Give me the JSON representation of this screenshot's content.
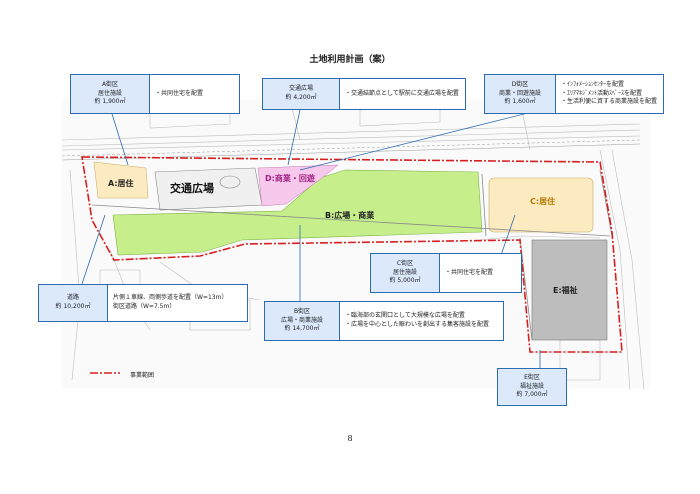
{
  "title": "土地利用計画（案）",
  "page_number": "8",
  "legend": {
    "label": "事業範囲"
  },
  "zones": {
    "a": "A:居住",
    "transit": "交通広場",
    "d": "D:商業・回遊",
    "b": "B:広場・商業",
    "c": "C:居住",
    "e": "E:福祉"
  },
  "callouts": {
    "a": {
      "name": "A街区",
      "use": "居住施設",
      "area": "約 1,900㎡",
      "notes": [
        "・共同住宅を配置"
      ]
    },
    "transit": {
      "name": "交通広場",
      "area": "約 4,200㎡",
      "notes": [
        "・交通結節点として駅前に交通広場を配置"
      ]
    },
    "d": {
      "name": "D街区",
      "use": "商業・回遊施設",
      "area": "約 1,600㎡",
      "notes": [
        "・ｲﾝﾌｫﾒｰｼｮﾝｾﾝﾀｰを配置",
        "・ｴﾘｱﾏﾈｼﾞﾒﾝﾄ活動ｽﾍﾟｰｽを配置",
        "・生活利便に資する商業施設を配置"
      ]
    },
    "road": {
      "name": "道路",
      "area": "約 10,200㎡",
      "notes": [
        "片側１車線、両側歩道を配置（W=13m）",
        "街区道路（W=7.5m）"
      ]
    },
    "b": {
      "name": "B街区",
      "use": "広場・商業施設",
      "area": "約 14,700㎡",
      "notes": [
        "・臨海部の玄関口として大規模な広場を配置",
        "・広場を中心とした賑わいを創出する集客施設を配置"
      ]
    },
    "c": {
      "name": "C街区",
      "use": "居住施設",
      "area": "約 5,000㎡",
      "notes": [
        "・共同住宅を配置"
      ]
    },
    "e": {
      "name": "E街区",
      "use": "福祉施設",
      "area": "約 7,000㎡"
    }
  },
  "colors": {
    "callout_border": "#2b6cb0",
    "callout_fill": "#dbe9fb",
    "boundary": "#d62020",
    "zone_b": "#c6ef8c",
    "zone_a": "#fcebc0",
    "zone_c": "#fcebc0",
    "zone_d": "#f6c9ec",
    "zone_e": "#bdbdbd"
  }
}
